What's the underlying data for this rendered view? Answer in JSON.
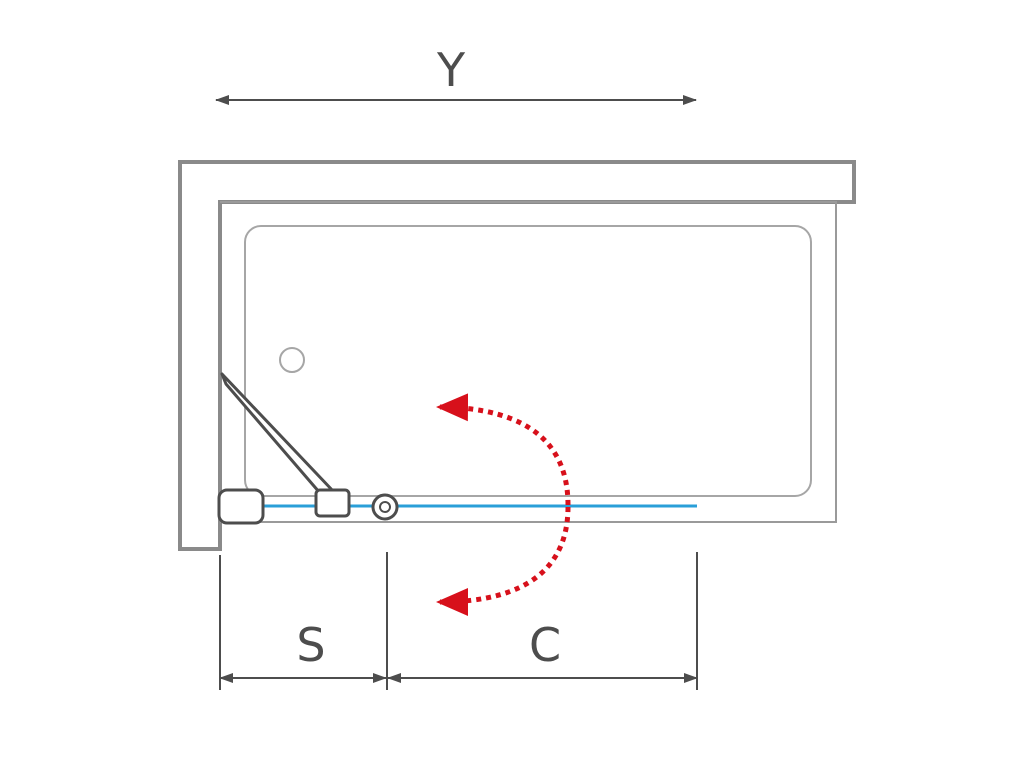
{
  "dimensions": {
    "y_label": "Y",
    "s_label": "S",
    "c_label": "C"
  },
  "colors": {
    "outline": "#7a7a7a",
    "dimension_line": "#4d4d4d",
    "glass": "#2a9fd8",
    "swing_arrow": "#d7101b"
  }
}
